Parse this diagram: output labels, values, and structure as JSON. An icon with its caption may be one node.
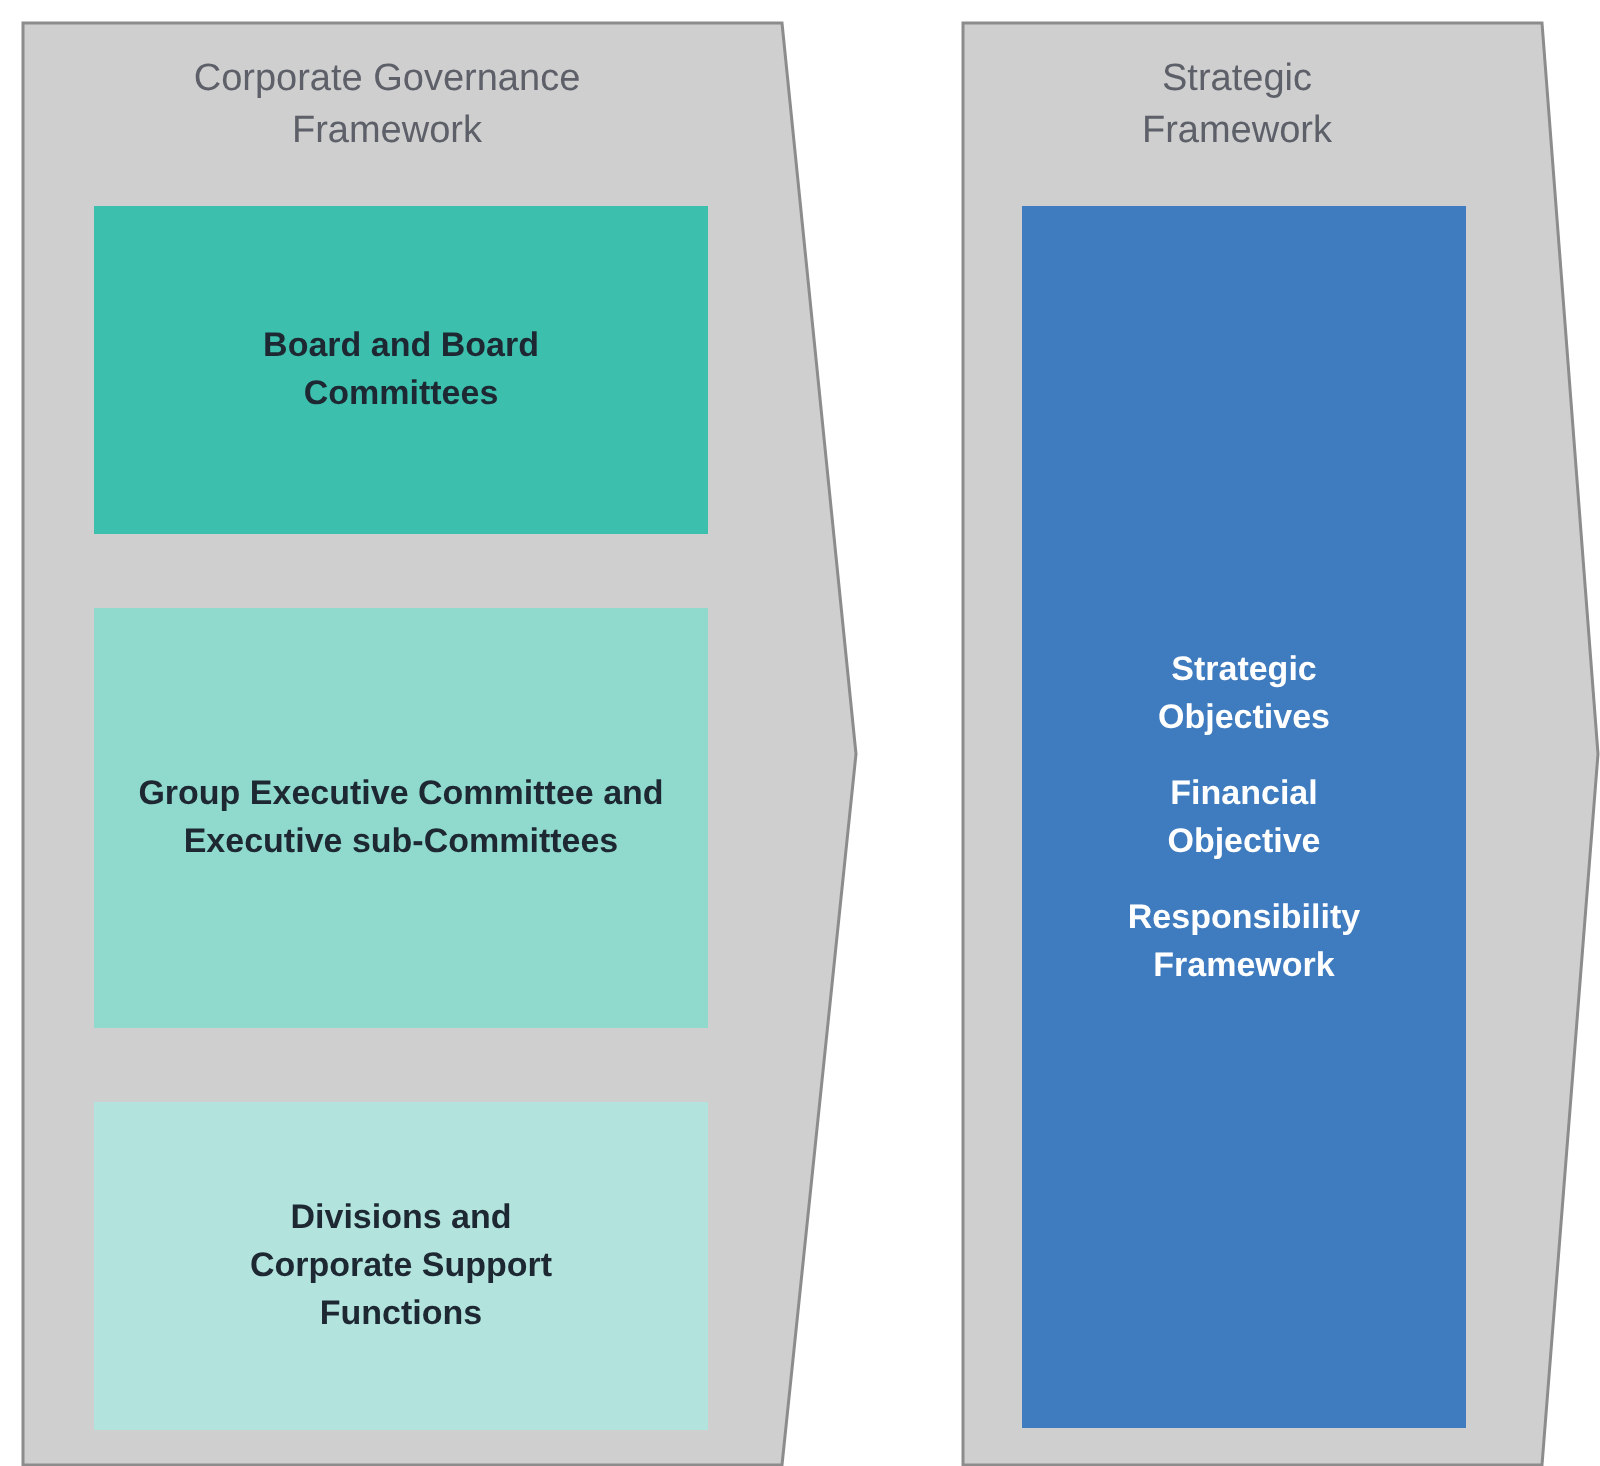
{
  "diagram": {
    "nodes": [
      {
        "text": [
          "Corporate Governance Framework"
        ]
      },
      {
        "text": [
          "Board and Board Committees"
        ],
        "in": 0
      },
      {
        "text": [
          "Group Executive Committee and Executive sub-Committees"
        ],
        "in": 0
      },
      {
        "text": [
          "Divisions and Corporate Support Functions"
        ],
        "in": 0
      },
      {
        "text": [
          "Strategic Framework"
        ]
      },
      {
        "text": [
          "Strategic Objectives",
          "Financial Objective",
          "Responsibility Framework"
        ],
        "in": 4
      }
    ]
  }
}
